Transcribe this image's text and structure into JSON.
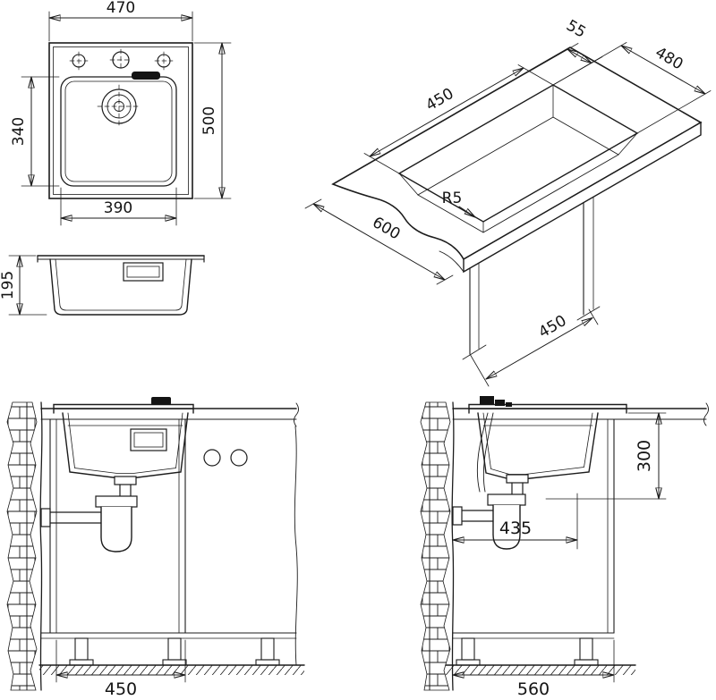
{
  "drawing": {
    "top_view": {
      "overall_width": "470",
      "overall_depth": "500",
      "bowl_depth": "340",
      "bowl_width": "390"
    },
    "profile_view": {
      "sink_height": "195"
    },
    "iso_view": {
      "back_offset": "55",
      "cutout_depth": "480",
      "cutout_width": "450",
      "corner_radius": "R5",
      "worktop_depth": "600",
      "cabinet_width": "450"
    },
    "front_section": {
      "cabinet_width": "450"
    },
    "side_section": {
      "drain_height": "300",
      "trap_distance": "435",
      "worktop_depth": "560"
    }
  }
}
